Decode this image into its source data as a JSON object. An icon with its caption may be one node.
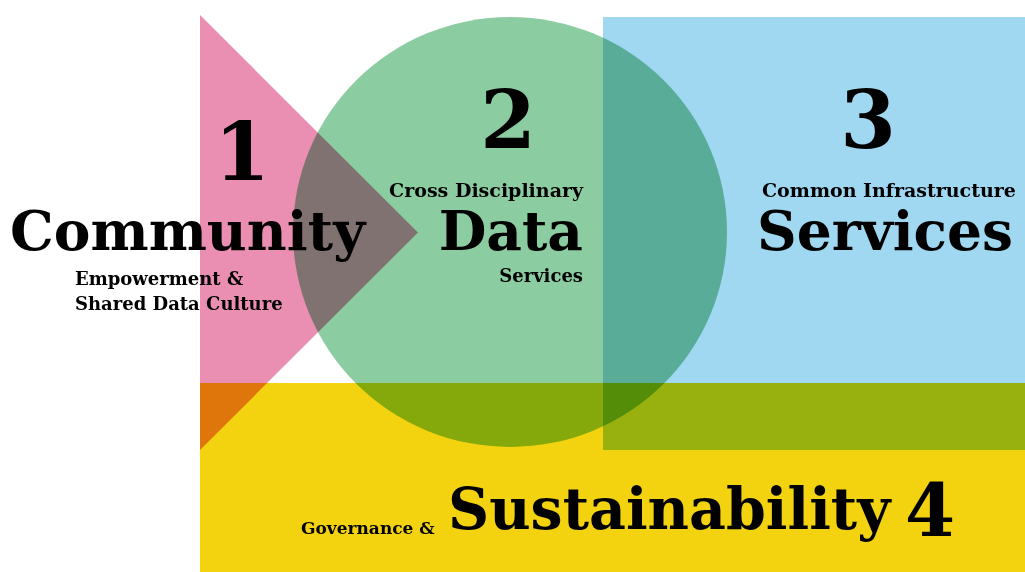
{
  "diagram": {
    "nodes": [
      {
        "text": [
          "1",
          "Community",
          "Empowerment & Shared Data Culture"
        ]
      },
      {
        "text": [
          "2",
          "Cross Disciplinary",
          "Data",
          "Services"
        ]
      },
      {
        "text": [
          "3",
          "Common Infrastructure",
          "Services"
        ]
      },
      {
        "text": [
          "Governance &",
          "Sustainability",
          "4"
        ]
      }
    ],
    "edges": []
  }
}
